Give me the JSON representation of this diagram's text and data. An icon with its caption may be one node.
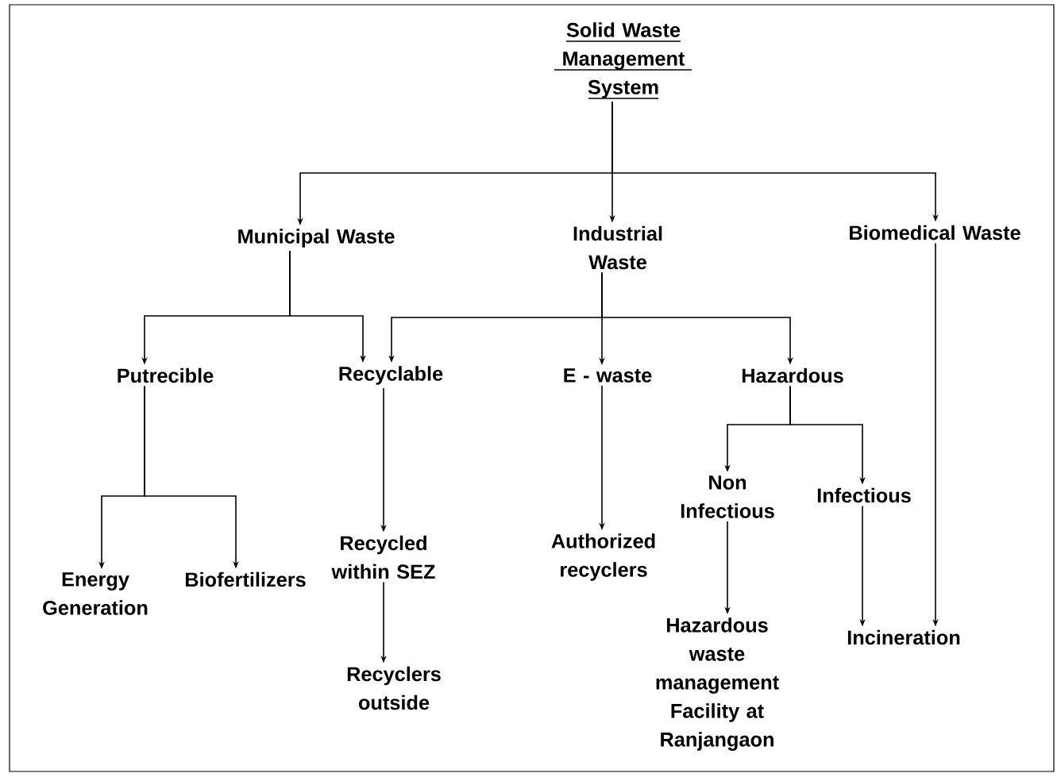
{
  "diagram": {
    "nodes": [
      {
        "text": [
          "Solid Waste Management System"
        ]
      },
      {
        "text": [
          "Municipal Waste"
        ]
      },
      {
        "text": [
          "Industrial Waste"
        ]
      },
      {
        "text": [
          "Biomedical Waste"
        ]
      },
      {
        "text": [
          "Putrecible"
        ]
      },
      {
        "text": [
          "Recyclable"
        ]
      },
      {
        "text": [
          "E - waste"
        ]
      },
      {
        "text": [
          "Hazardous"
        ]
      },
      {
        "text": [
          "Energy Generation"
        ]
      },
      {
        "text": [
          "Biofertilizers"
        ]
      },
      {
        "text": [
          "Recycled within SEZ"
        ]
      },
      {
        "text": [
          "Authorized recyclers"
        ]
      },
      {
        "text": [
          "Non Infectious"
        ]
      },
      {
        "text": [
          "Infectious"
        ]
      },
      {
        "text": [
          "Recyclers outside"
        ]
      },
      {
        "text": [
          "Hazardous waste management Facility at Ranjangaon"
        ]
      },
      {
        "text": [
          "Incineration"
        ]
      }
    ],
    "edges": [
      {
        "from": 0,
        "to": 1,
        "arrow": "to"
      },
      {
        "from": 0,
        "to": 2,
        "arrow": "to"
      },
      {
        "from": 0,
        "to": 3,
        "arrow": "to"
      },
      {
        "from": 1,
        "to": 4,
        "arrow": "to"
      },
      {
        "from": 1,
        "to": 5,
        "arrow": "to"
      },
      {
        "from": 2,
        "to": 5,
        "arrow": "to"
      },
      {
        "from": 2,
        "to": 6,
        "arrow": "to"
      },
      {
        "from": 2,
        "to": 7,
        "arrow": "to"
      },
      {
        "from": 3,
        "to": 16,
        "arrow": "to"
      },
      {
        "from": 4,
        "to": 8,
        "arrow": "to"
      },
      {
        "from": 4,
        "to": 9,
        "arrow": "to"
      },
      {
        "from": 5,
        "to": 10,
        "arrow": "to"
      },
      {
        "from": 10,
        "to": 14,
        "arrow": "to"
      },
      {
        "from": 6,
        "to": 11,
        "arrow": "to"
      },
      {
        "from": 7,
        "to": 12,
        "arrow": "to"
      },
      {
        "from": 7,
        "to": 13,
        "arrow": "to"
      },
      {
        "from": 12,
        "to": 15,
        "arrow": "to"
      },
      {
        "from": 13,
        "to": 16,
        "arrow": "to"
      }
    ]
  }
}
